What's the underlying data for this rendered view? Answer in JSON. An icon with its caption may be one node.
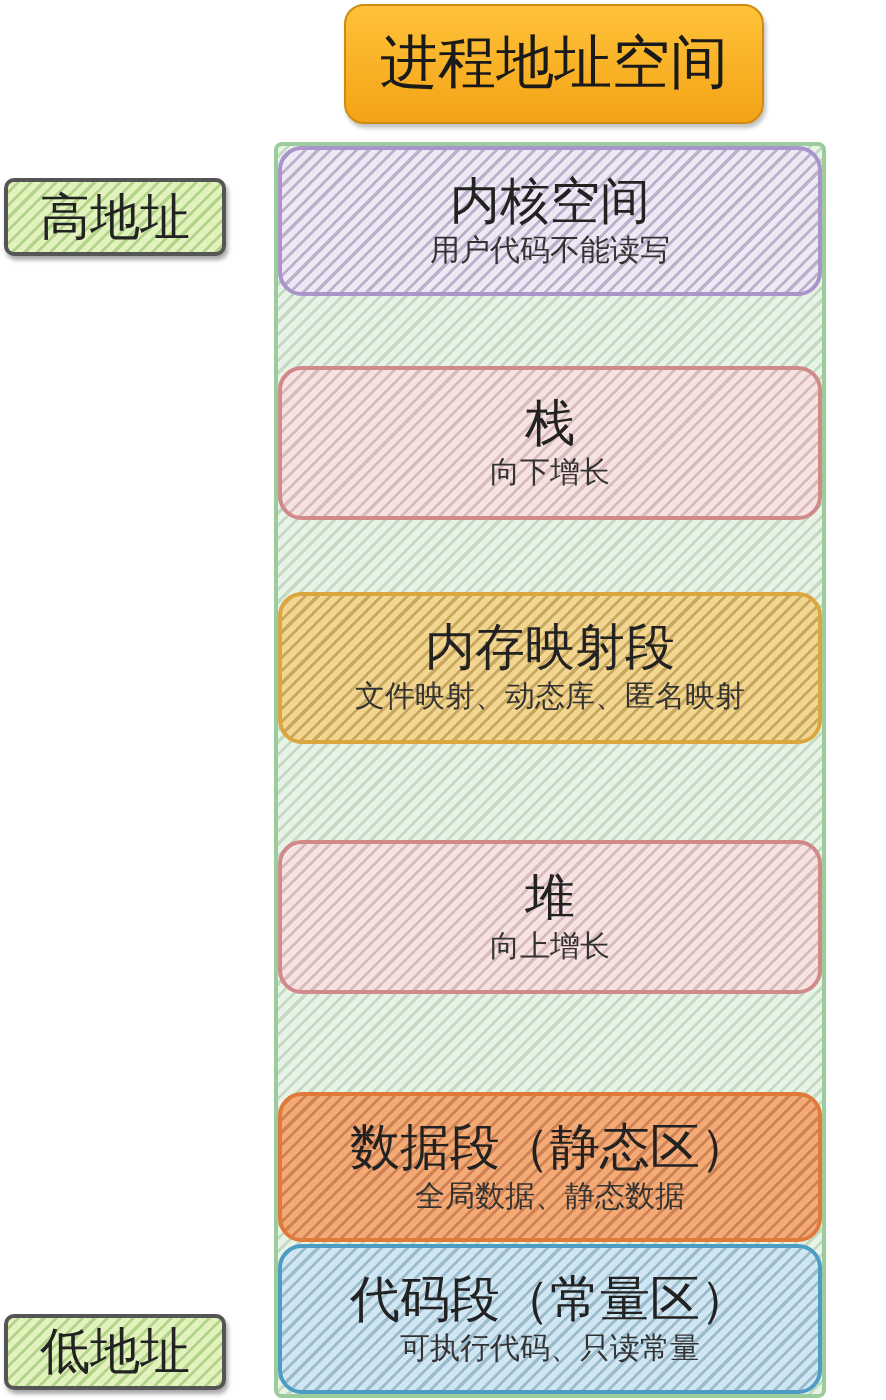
{
  "diagram": {
    "title": "进程地址空间",
    "nodes": [
      {
        "text": [
          "高地址"
        ]
      },
      {
        "text": [],
        "shape": "box"
      },
      {
        "text": [
          "内核空间",
          "用户代码不能读写"
        ],
        "in": 1
      },
      {
        "text": [
          "栈",
          "向下增长"
        ],
        "in": 1
      },
      {
        "text": [
          "内存映射段",
          "文件映射、动态库、匿名映射"
        ],
        "in": 1
      },
      {
        "text": [
          "堆",
          "向上增长"
        ],
        "in": 1
      },
      {
        "text": [
          "数据段（静态区）",
          "全局数据、静态数据"
        ],
        "in": 1
      },
      {
        "text": [
          "代码段（常量区）",
          "可执行代码、只读常量"
        ],
        "in": 1
      },
      {
        "text": [
          "低地址"
        ]
      }
    ]
  }
}
